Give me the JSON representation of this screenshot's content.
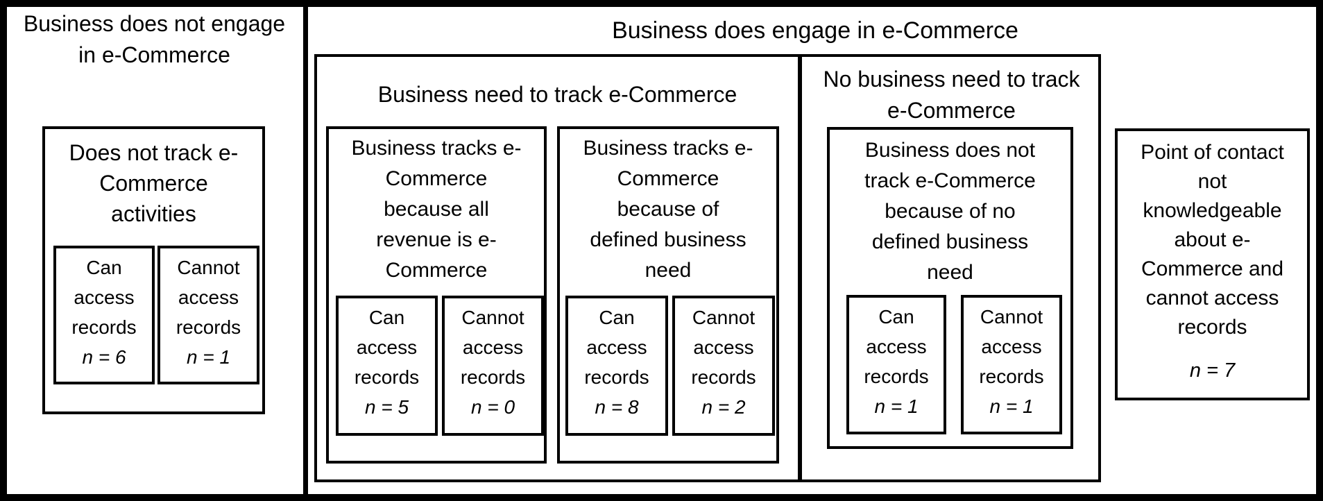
{
  "colors": {
    "border": "#000000",
    "background": "#ffffff",
    "text": "#000000"
  },
  "diagram": {
    "left_section": {
      "title_lines": [
        "Business does not engage",
        "in e-Commerce"
      ],
      "not_track_box": {
        "title_lines": [
          "Does not track e-",
          "Commerce",
          "activities"
        ],
        "can_access": {
          "lines": [
            "Can",
            "access",
            "records"
          ],
          "n_label": "n = 6"
        },
        "cannot_access": {
          "lines": [
            "Cannot",
            "access",
            "records"
          ],
          "n_label": "n = 1"
        }
      }
    },
    "right_section": {
      "title": "Business does engage in e-Commerce",
      "need_track": {
        "title": "Business need to track e-Commerce",
        "all_revenue_box": {
          "title_lines": [
            "Business tracks e-",
            "Commerce",
            "because all",
            "revenue is e-",
            "Commerce"
          ],
          "can_access": {
            "lines": [
              "Can",
              "access",
              "records"
            ],
            "n_label": "n = 5"
          },
          "cannot_access": {
            "lines": [
              "Cannot",
              "access",
              "records"
            ],
            "n_label": "n = 0"
          }
        },
        "defined_need_box": {
          "title_lines": [
            "Business tracks e-",
            "Commerce",
            "because of",
            "defined business",
            "need"
          ],
          "can_access": {
            "lines": [
              "Can",
              "access",
              "records"
            ],
            "n_label": "n = 8"
          },
          "cannot_access": {
            "lines": [
              "Cannot",
              "access",
              "records"
            ],
            "n_label": "n = 2"
          }
        }
      },
      "no_need": {
        "title_lines": [
          "No business need to track",
          "e-Commerce"
        ],
        "no_track_box": {
          "title_lines": [
            "Business does not",
            "track e-Commerce",
            "because of no",
            "defined business",
            "need"
          ],
          "can_access": {
            "lines": [
              "Can",
              "access",
              "records"
            ],
            "n_label": "n = 1"
          },
          "cannot_access": {
            "lines": [
              "Cannot",
              "access",
              "records"
            ],
            "n_label": "n = 1"
          }
        }
      },
      "poc_box": {
        "title_lines": [
          "Point of contact",
          "not",
          "knowledgeable",
          "about e-",
          "Commerce and",
          "cannot access",
          "records"
        ],
        "n_label": "n = 7"
      }
    }
  }
}
